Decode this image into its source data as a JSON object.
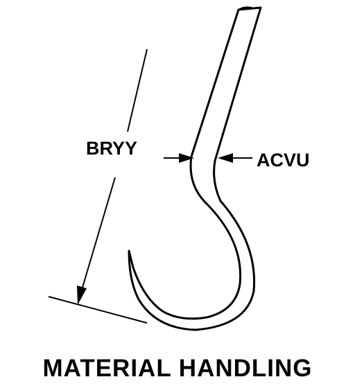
{
  "figure": {
    "length_label": "BRYY",
    "diameter_label": "ACVU",
    "caption": "MATERIAL HANDLING",
    "line_color": "#000000",
    "background_color": "#ffffff",
    "icon": "hook-icon"
  }
}
